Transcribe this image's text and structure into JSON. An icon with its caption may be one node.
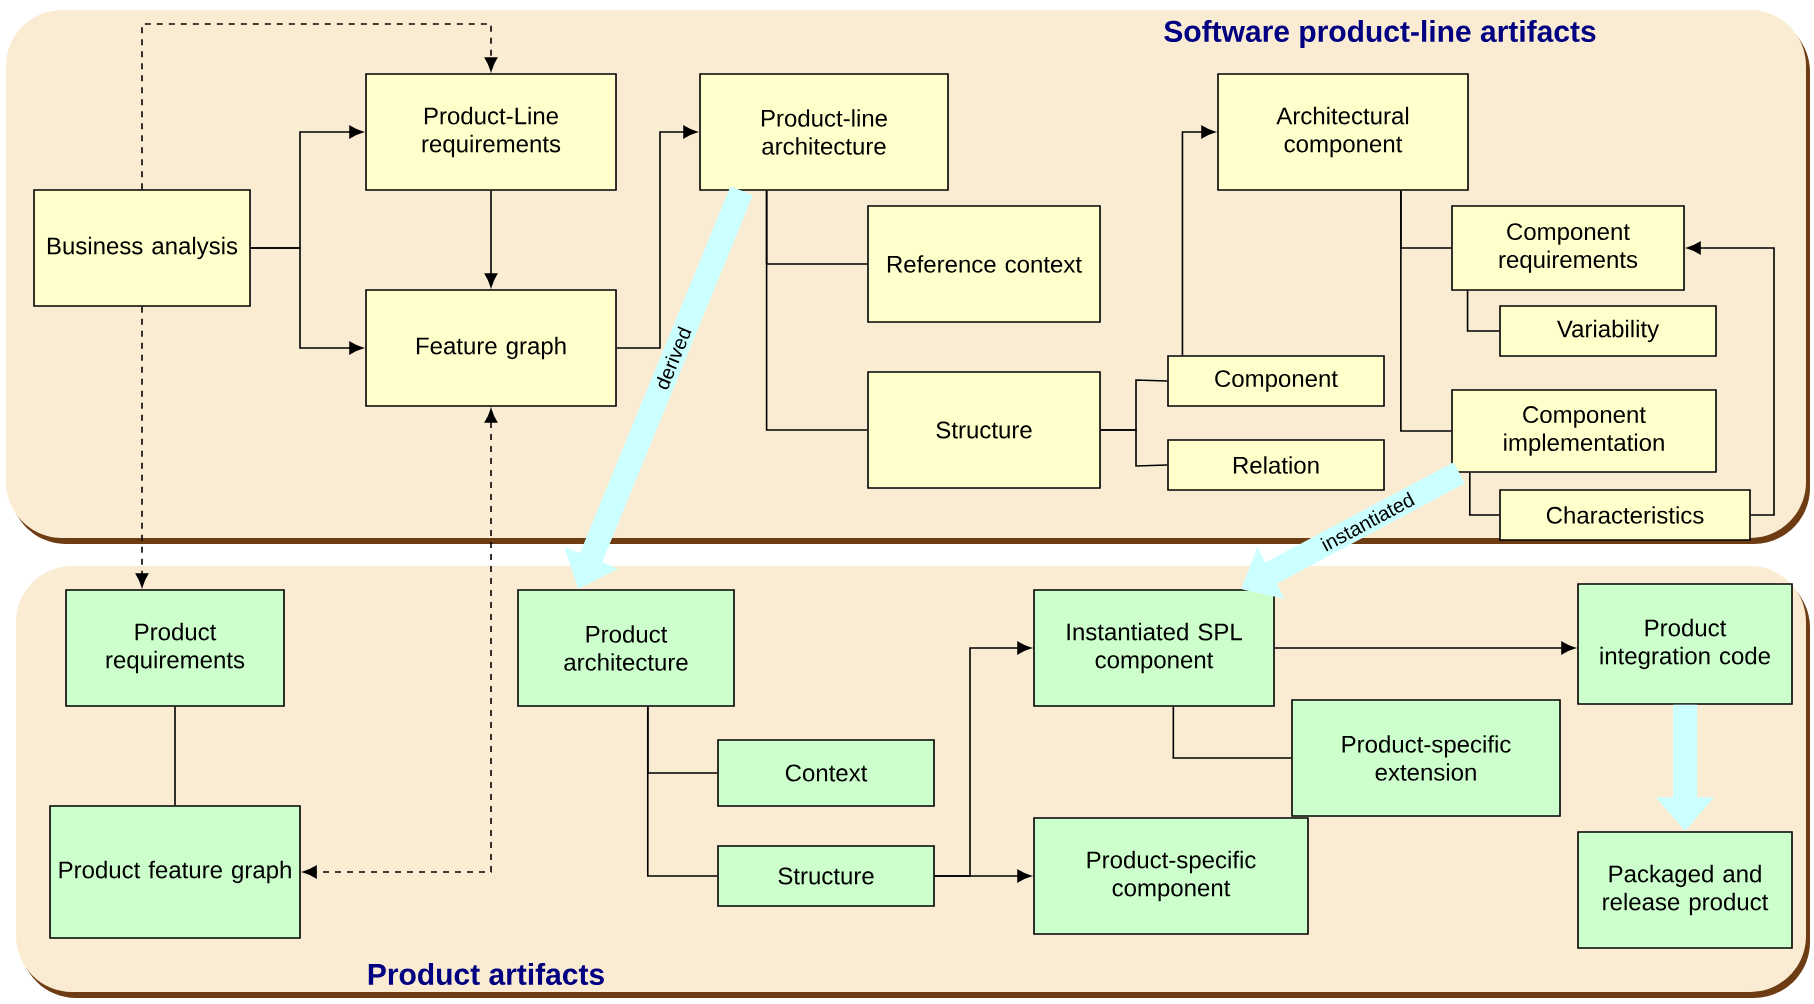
{
  "diagram": {
    "nodes": [
      {
        "text": [
          "Software product-line artifacts"
        ]
      },
      {
        "text": [
          "Product artifacts"
        ]
      },
      {
        "text": [
          "Business analysis"
        ],
        "in": 0
      },
      {
        "text": [
          "Product-Line requirements"
        ],
        "in": 0
      },
      {
        "text": [
          "Feature graph"
        ],
        "in": 0
      },
      {
        "text": [
          "Product-line architecture"
        ],
        "in": 0
      },
      {
        "text": [
          "Reference context"
        ],
        "in": 0
      },
      {
        "text": [
          "Structure"
        ],
        "in": 0
      },
      {
        "text": [
          "Architectural component"
        ],
        "in": 0
      },
      {
        "text": [
          "Component"
        ],
        "in": 0
      },
      {
        "text": [
          "Relation"
        ],
        "in": 0
      },
      {
        "text": [
          "Component requirements"
        ],
        "in": 0
      },
      {
        "text": [
          "Variability"
        ],
        "in": 0
      },
      {
        "text": [
          "Component implementation"
        ],
        "in": 0
      },
      {
        "text": [
          "Characteristics"
        ],
        "in": 0
      },
      {
        "text": [
          "Product requirements"
        ],
        "in": 1
      },
      {
        "text": [
          "Product feature graph"
        ],
        "in": 1
      },
      {
        "text": [
          "Product architecture"
        ],
        "in": 1
      },
      {
        "text": [
          "Context"
        ],
        "in": 1
      },
      {
        "text": [
          "Structure"
        ],
        "in": 1
      },
      {
        "text": [
          "Instantiated SPL component"
        ],
        "in": 1
      },
      {
        "text": [
          "Product-specific extension"
        ],
        "in": 1
      },
      {
        "text": [
          "Product-specific component"
        ],
        "in": 1
      },
      {
        "text": [
          "Product integration code"
        ],
        "in": 1
      },
      {
        "text": [
          "Packaged and release product"
        ],
        "in": 1
      }
    ],
    "edges": [
      {
        "from": 2,
        "to": 3,
        "arrow": "to"
      },
      {
        "from": 2,
        "to": 4,
        "arrow": "to"
      },
      {
        "from": 3,
        "to": 4,
        "arrow": "to"
      },
      {
        "from": 4,
        "to": 5,
        "arrow": "to"
      },
      {
        "from": 5,
        "to": 6,
        "arrow": "none"
      },
      {
        "from": 5,
        "to": 7,
        "arrow": "none"
      },
      {
        "from": 7,
        "to": 9,
        "arrow": "none"
      },
      {
        "from": 7,
        "to": 10,
        "arrow": "none"
      },
      {
        "from": 9,
        "to": 8,
        "arrow": "to"
      },
      {
        "from": 8,
        "to": 11,
        "arrow": "none"
      },
      {
        "from": 8,
        "to": 13,
        "arrow": "none"
      },
      {
        "from": 11,
        "to": 12,
        "arrow": "none"
      },
      {
        "from": 13,
        "to": 14,
        "arrow": "none"
      },
      {
        "from": 14,
        "to": 11,
        "arrow": "to"
      },
      {
        "from": 2,
        "to": 3,
        "arrow": "to",
        "style": "dashed"
      },
      {
        "from": 2,
        "to": 15,
        "arrow": "to",
        "style": "dashed"
      },
      {
        "from": 4,
        "to": 16,
        "arrow": "both",
        "style": "dashed"
      },
      {
        "from": 5,
        "to": 17,
        "arrow": "to",
        "label": "derived",
        "style": "thick",
        "color": "#ccffff"
      },
      {
        "from": 13,
        "to": 20,
        "arrow": "to",
        "label": "instantiated",
        "style": "thick",
        "color": "#ccffff"
      },
      {
        "from": 15,
        "to": 16,
        "arrow": "none"
      },
      {
        "from": 17,
        "to": 18,
        "arrow": "none"
      },
      {
        "from": 17,
        "to": 19,
        "arrow": "none"
      },
      {
        "from": 19,
        "to": 20,
        "arrow": "to"
      },
      {
        "from": 19,
        "to": 22,
        "arrow": "to"
      },
      {
        "from": 20,
        "to": 21,
        "arrow": "none"
      },
      {
        "from": 20,
        "to": 23,
        "arrow": "to"
      },
      {
        "from": 23,
        "to": 24,
        "arrow": "to",
        "style": "thick",
        "color": "#ccffff"
      }
    ]
  }
}
